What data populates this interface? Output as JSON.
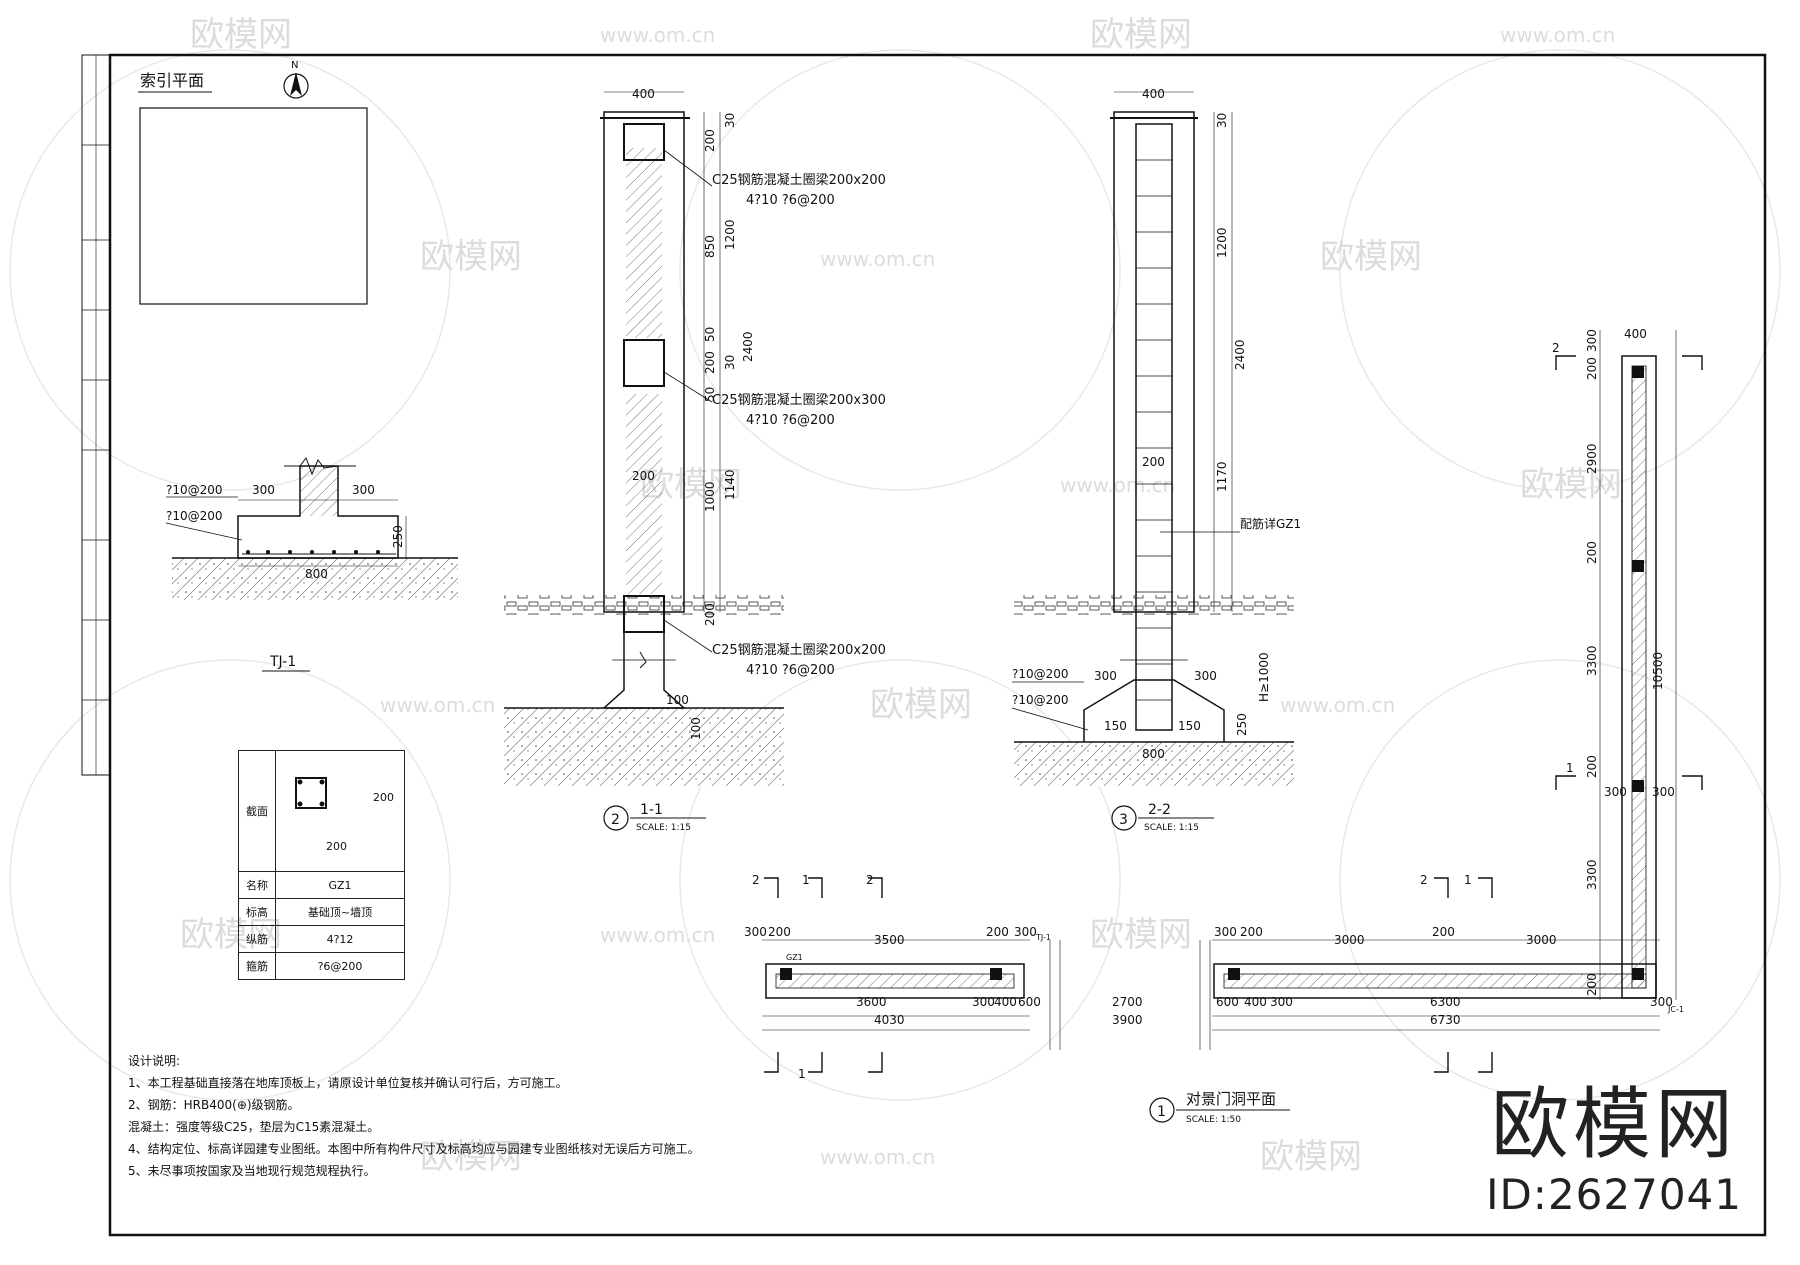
{
  "watermark": {
    "brand": "欧模网",
    "url": "www.om.cn"
  },
  "index_plan": {
    "title": "索引平面",
    "north": "N"
  },
  "tj1": {
    "label": "TJ-1",
    "rebar_top": "?10@200",
    "rebar_bottom": "?10@200",
    "dim_left": "300",
    "dim_right": "300",
    "dim_height": "250",
    "dim_width": "800"
  },
  "gz1_table": {
    "row_section": "截面",
    "dim_w": "200",
    "dim_h": "200",
    "rows": [
      {
        "label": "名称",
        "value": "GZ1"
      },
      {
        "label": "标高",
        "value": "基础顶~墙顶"
      },
      {
        "label": "纵筋",
        "value": "4?12"
      },
      {
        "label": "箍筋",
        "value": "?6@200"
      }
    ]
  },
  "section11": {
    "num": "2",
    "title": "1-1",
    "scale": "SCALE:  1:15",
    "width": "400",
    "beam1": {
      "text": "C25钢筋混凝土圈梁200x200",
      "rebar": "4?10   ?6@200"
    },
    "beam2": {
      "text": "C25钢筋混凝土圈梁200x300",
      "rebar": "4?10   ?6@200"
    },
    "beam3": {
      "text": "C25钢筋混凝土圈梁200x200",
      "rebar": "4?10   ?6@200"
    },
    "dims": [
      "30",
      "200",
      "850",
      "1200",
      "50",
      "200",
      "50",
      "30",
      "2400",
      "1000",
      "1140",
      "200",
      "200",
      "100",
      "100"
    ]
  },
  "section22": {
    "num": "3",
    "title": "2-2",
    "scale": "SCALE:  1:15",
    "width": "400",
    "gz_label": "配筋详GZ1",
    "rebar_top": "?10@200",
    "rebar_bottom": "?10@200",
    "dims": [
      "30",
      "1200",
      "2400",
      "1170",
      "200",
      "300",
      "300",
      "150",
      "150",
      "250",
      "800",
      "H≥1000"
    ]
  },
  "plan": {
    "num": "1",
    "title": "对景门洞平面",
    "scale": "SCALE:  1:50",
    "left_top": [
      "300",
      "200",
      "3500",
      "200",
      "300"
    ],
    "left_bottom": [
      "3600",
      "300",
      "400",
      "600"
    ],
    "left_total": "4030",
    "gap": "2700",
    "gap_total": "3900",
    "right_top": [
      "300",
      "200",
      "3000",
      "200",
      "3000"
    ],
    "right_bottom": [
      "600",
      "400",
      "300",
      "6300",
      "300"
    ],
    "right_total": "6730",
    "vertical": [
      "400",
      "200",
      "300",
      "2900",
      "200",
      "3300",
      "200",
      "300",
      "300",
      "3300",
      "10500",
      "200"
    ],
    "markers": [
      "2",
      "1",
      "2",
      "1",
      "2",
      "1",
      "2",
      "1"
    ],
    "tags": [
      "GZ1",
      "TJ-1",
      "JC-1"
    ]
  },
  "notes": {
    "heading": "设计说明:",
    "items": [
      "1、本工程基础直接落在地库顶板上，请原设计单位复核并确认可行后，方可施工。",
      "2、钢筋：HRB400(⊕)级钢筋。",
      "   混凝土：强度等级C25，垫层为C15素混凝土。",
      "4、结构定位、标高详园建专业图纸。本图中所有构件尺寸及标高均应与园建专业图纸核对无误后方可施工。",
      "5、未尽事项按国家及当地现行规范规程执行。"
    ]
  },
  "stamp": {
    "name": "欧模网",
    "id": "ID:2627041"
  }
}
